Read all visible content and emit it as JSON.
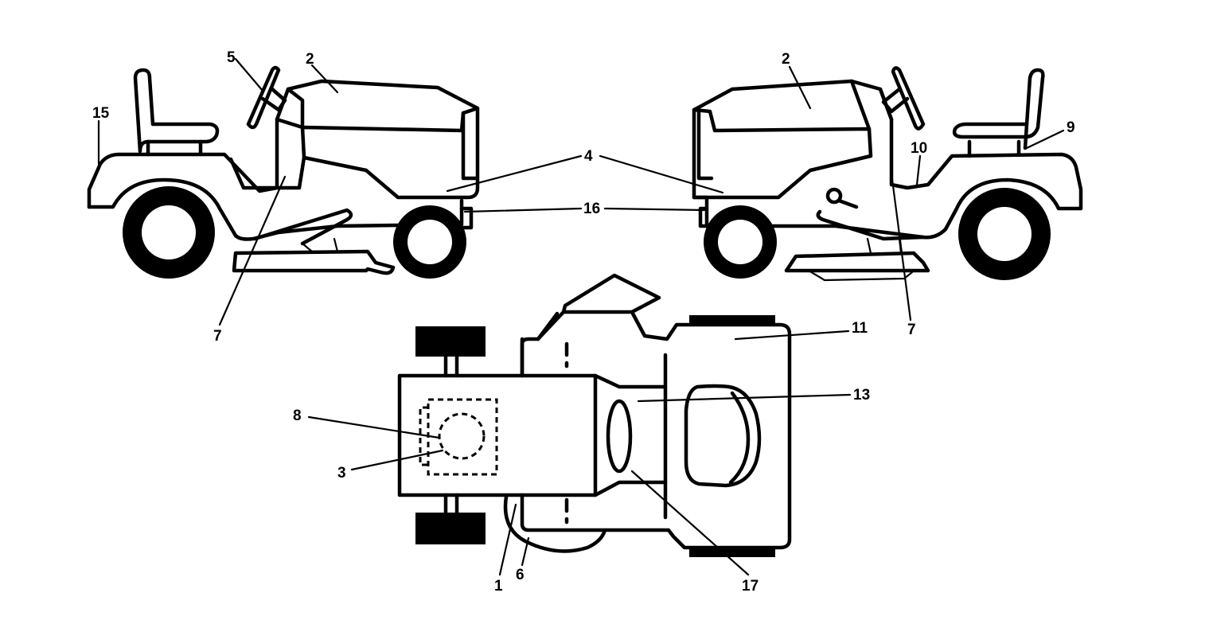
{
  "callouts": {
    "c1": "1",
    "c2a": "2",
    "c2b": "2",
    "c3": "3",
    "c4": "4",
    "c5": "5",
    "c6": "6",
    "c7a": "7",
    "c7b": "7",
    "c8": "8",
    "c9": "9",
    "c10": "10",
    "c11": "11",
    "c13": "13",
    "c15": "15",
    "c16": "16",
    "c17": "17"
  }
}
